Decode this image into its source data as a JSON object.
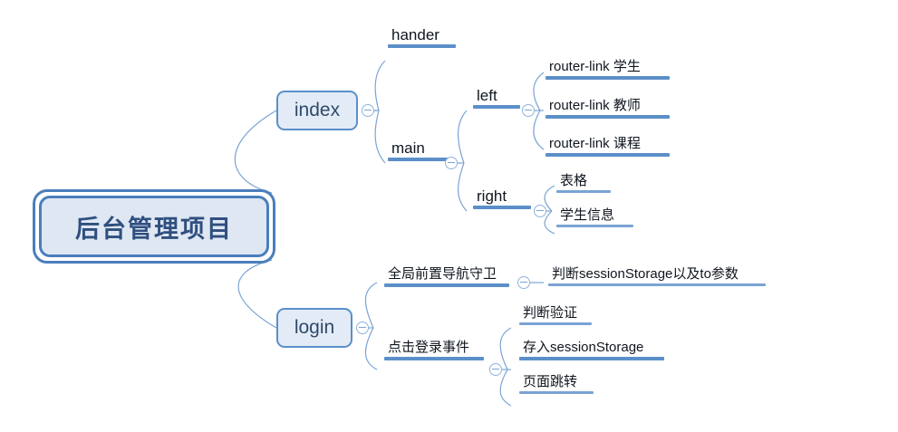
{
  "diagram": {
    "type": "mind-map",
    "title": "后台管理项目",
    "background_color": "#ffffff",
    "accent_color": "#5b8fc9",
    "root_fill_color": "#dfe7f3",
    "root_text_color": "#2f4f7f"
  },
  "root": {
    "label": "后台管理项目"
  },
  "branches": {
    "index": {
      "label": "index",
      "toggle_icon": "collapse-minus-icon",
      "children": {
        "hander": {
          "label": "hander"
        },
        "main": {
          "label": "main",
          "toggle_icon": "collapse-minus-icon",
          "children": {
            "left": {
              "label": "left",
              "toggle_icon": "collapse-minus-icon",
              "items": [
                {
                  "label": "router-link 学生"
                },
                {
                  "label": "router-link 教师"
                },
                {
                  "label": "router-link 课程"
                }
              ]
            },
            "right": {
              "label": "right",
              "toggle_icon": "collapse-minus-icon",
              "items": [
                {
                  "label": "表格"
                },
                {
                  "label": "学生信息"
                }
              ]
            }
          }
        }
      }
    },
    "login": {
      "label": "login",
      "toggle_icon": "collapse-minus-icon",
      "children": {
        "guard": {
          "label": "全局前置导航守卫",
          "toggle_icon": "collapse-minus-icon",
          "items": [
            {
              "label": "判断sessionStorage以及to参数"
            }
          ]
        },
        "click_login": {
          "label": "点击登录事件",
          "toggle_icon": "collapse-minus-icon",
          "items": [
            {
              "label": "判断验证"
            },
            {
              "label": "存入sessionStorage"
            },
            {
              "label": "页面跳转"
            }
          ]
        }
      }
    }
  }
}
